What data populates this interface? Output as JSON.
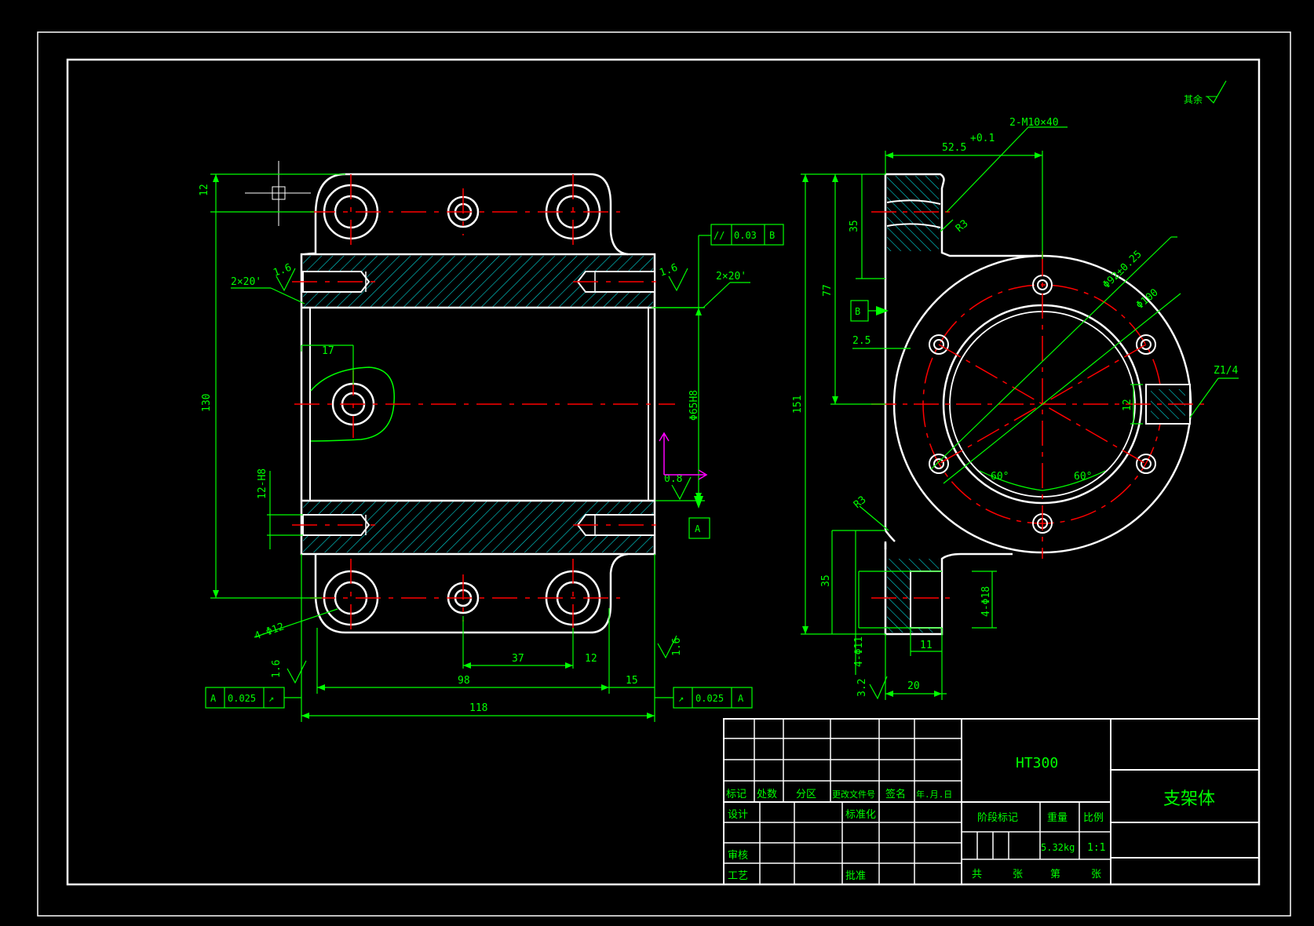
{
  "colors": {
    "background": "#000000",
    "outline": "#ffffff",
    "dimension": "#00ff00",
    "centerline": "#ff0000",
    "hatch": "#00d8d8",
    "ucs": "#ff00ff"
  },
  "corner_note": "其余",
  "left_view": {
    "dims": {
      "d12_top": "12",
      "d130": "130",
      "d17": "17",
      "d12h8": "12-H8",
      "chamfer_left": "2×20'",
      "chamfer_right": "2×20'",
      "rough_left": "1.6",
      "rough_right": "1.6",
      "phi65h8": "Φ65H8",
      "rough_inner": "0.8",
      "holes": "4-Φ12",
      "d37": "37",
      "d12_bottom": "12",
      "d98": "98",
      "d15": "15",
      "d118": "118",
      "rough_bottom_left": "1.6",
      "rough_bottom_right": "1.6"
    },
    "fcf_parallel": {
      "symbol": "//",
      "value": "0.03",
      "datum": "B"
    },
    "fcf_left_runout": {
      "datum": "A",
      "value": "0.025",
      "symbol": "↗"
    },
    "fcf_right_runout": {
      "symbol": "↗",
      "value": "0.025",
      "datum": "A"
    },
    "datum_a": "A"
  },
  "right_view": {
    "dims": {
      "d2m10": "2-M10×40",
      "d52": "52.5",
      "d52_tol": "+0.1",
      "d35_top": "35",
      "d77": "77",
      "d2_5": "2.5",
      "d151": "151",
      "r3_top": "R3",
      "r3_bottom": "R3",
      "phi92": "Φ92±0.25",
      "phi100": "Φ100",
      "z14": "Z1/4",
      "d12": "12",
      "a60_left": "60°",
      "a60_right": "60°",
      "d35_bottom": "35",
      "d4phi18": "4-Φ18",
      "d4phi11": "4-Φ11",
      "d11": "11",
      "d20": "20",
      "rough_3_2": "3.2"
    },
    "datum_b": "B"
  },
  "title_block": {
    "material": "HT300",
    "part_name": "支架体",
    "header": [
      "标记",
      "处数",
      "分区",
      "更改文件号",
      "签名",
      "年.月.日"
    ],
    "design": "设计",
    "standard": "标准化",
    "review": "审核",
    "process": "工艺",
    "approve": "批准",
    "stage_mark": "阶段标记",
    "weight_label": "重量",
    "scale_label": "比例",
    "weight": "5.32kg",
    "scale": "1:1",
    "sheets": [
      "共",
      "张",
      "第",
      "张"
    ]
  }
}
